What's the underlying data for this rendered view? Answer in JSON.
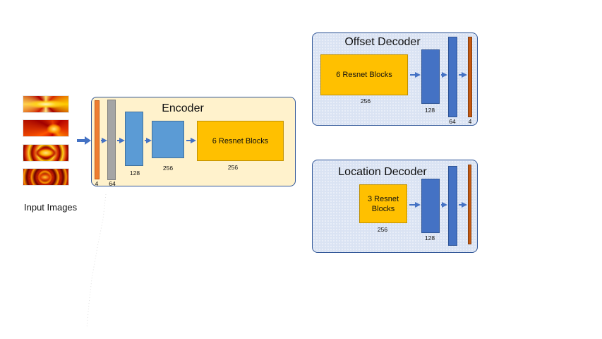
{
  "input_label": "Input Images",
  "encoder": {
    "title": "Encoder",
    "bar1_label": "4",
    "bar2_label": "64",
    "block1_label": "128",
    "block2_label": "256",
    "resnet_label": "6 Resnet Blocks",
    "resnet_size": "256"
  },
  "offset_decoder": {
    "title": "Offset Decoder",
    "resnet_label": "6 Resnet Blocks",
    "resnet_size": "256",
    "block_label": "128",
    "bar1_label": "64",
    "bar2_label": "4"
  },
  "location_decoder": {
    "title": "Location Decoder",
    "resnet_label": "3 Resnet Blocks",
    "resnet_size": "256",
    "block_label": "128"
  },
  "colors": {
    "encoder_bg": "#fff2cc",
    "decoder_bg": "#dae3f3",
    "border": "#2f5597",
    "resnet": "#ffc000",
    "light_blue": "#5b9bd5",
    "dark_blue": "#4472c4",
    "orange": "#ed7d31",
    "gray": "#a5a5a5",
    "arrow": "#4472c4"
  }
}
